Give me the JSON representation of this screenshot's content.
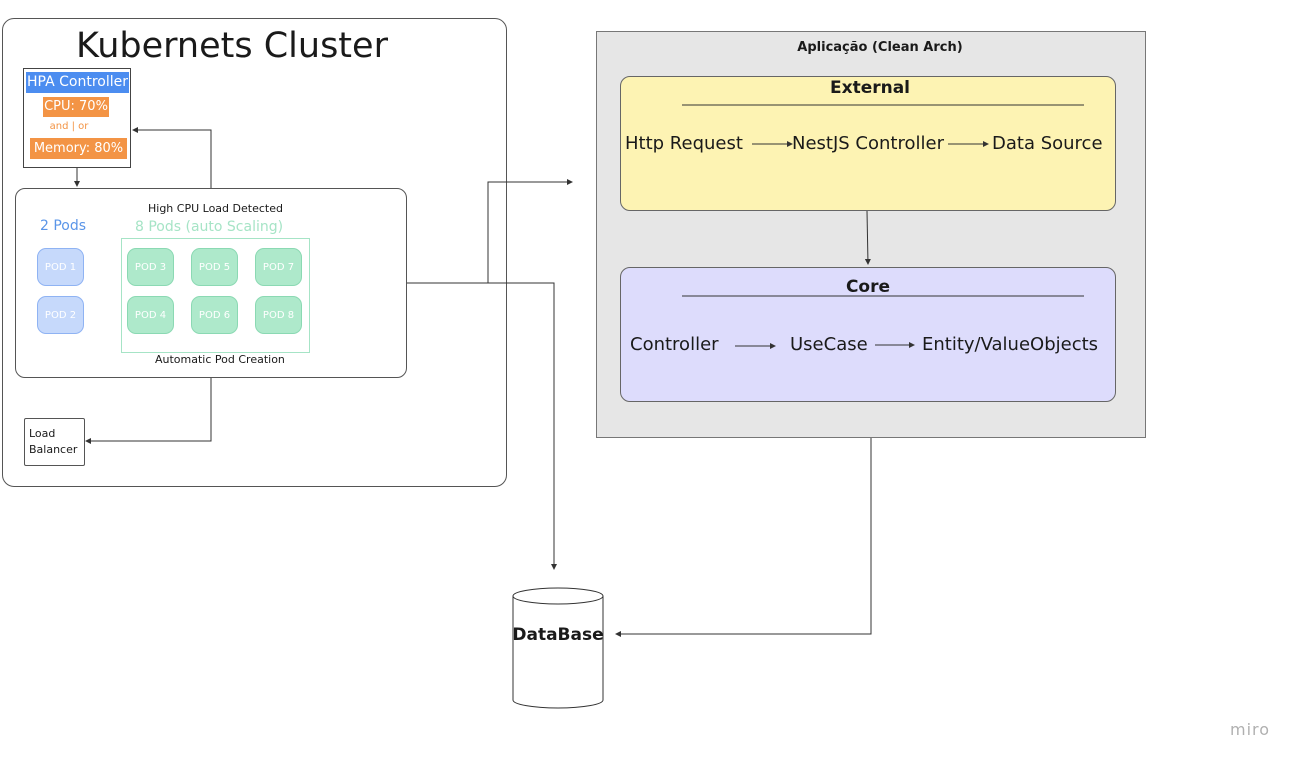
{
  "cluster": {
    "title": "Kubernets Cluster",
    "hpa": {
      "title": "HPA Controller",
      "cpu": "CPU: 70%",
      "and_or": "and | or",
      "memory": "Memory: 80%"
    },
    "pods": {
      "initial_label": "2 Pods",
      "high_cpu_label": "High CPU Load Detected",
      "scaled_label": "8 Pods (auto Scaling)",
      "auto_creation_label": "Automatic Pod Creation",
      "initial": [
        "POD 1",
        "POD 2"
      ],
      "scaled": [
        "POD 3",
        "POD 4",
        "POD 5",
        "POD 6",
        "POD 7",
        "POD 8"
      ]
    },
    "load_balancer": {
      "line1": "Load",
      "line2": "Balancer"
    }
  },
  "app": {
    "title": "Aplicação (Clean Arch)",
    "external": {
      "title": "External",
      "items": [
        "Http Request",
        "NestJS Controller",
        "Data Source"
      ]
    },
    "core": {
      "title": "Core",
      "items": [
        "Controller",
        "UseCase",
        "Entity/ValueObjects"
      ]
    }
  },
  "database": {
    "label": "DataBase"
  },
  "watermark": "miro",
  "colors": {
    "hpa_blue": "#4c8df0",
    "threshold_orange": "#f39445",
    "pod_blue": "#c6d9fb",
    "pod_green": "#aee9cb",
    "external_yellow": "#fdf3b3",
    "core_lavender": "#dddcfc",
    "app_gray": "#e6e6e6"
  }
}
